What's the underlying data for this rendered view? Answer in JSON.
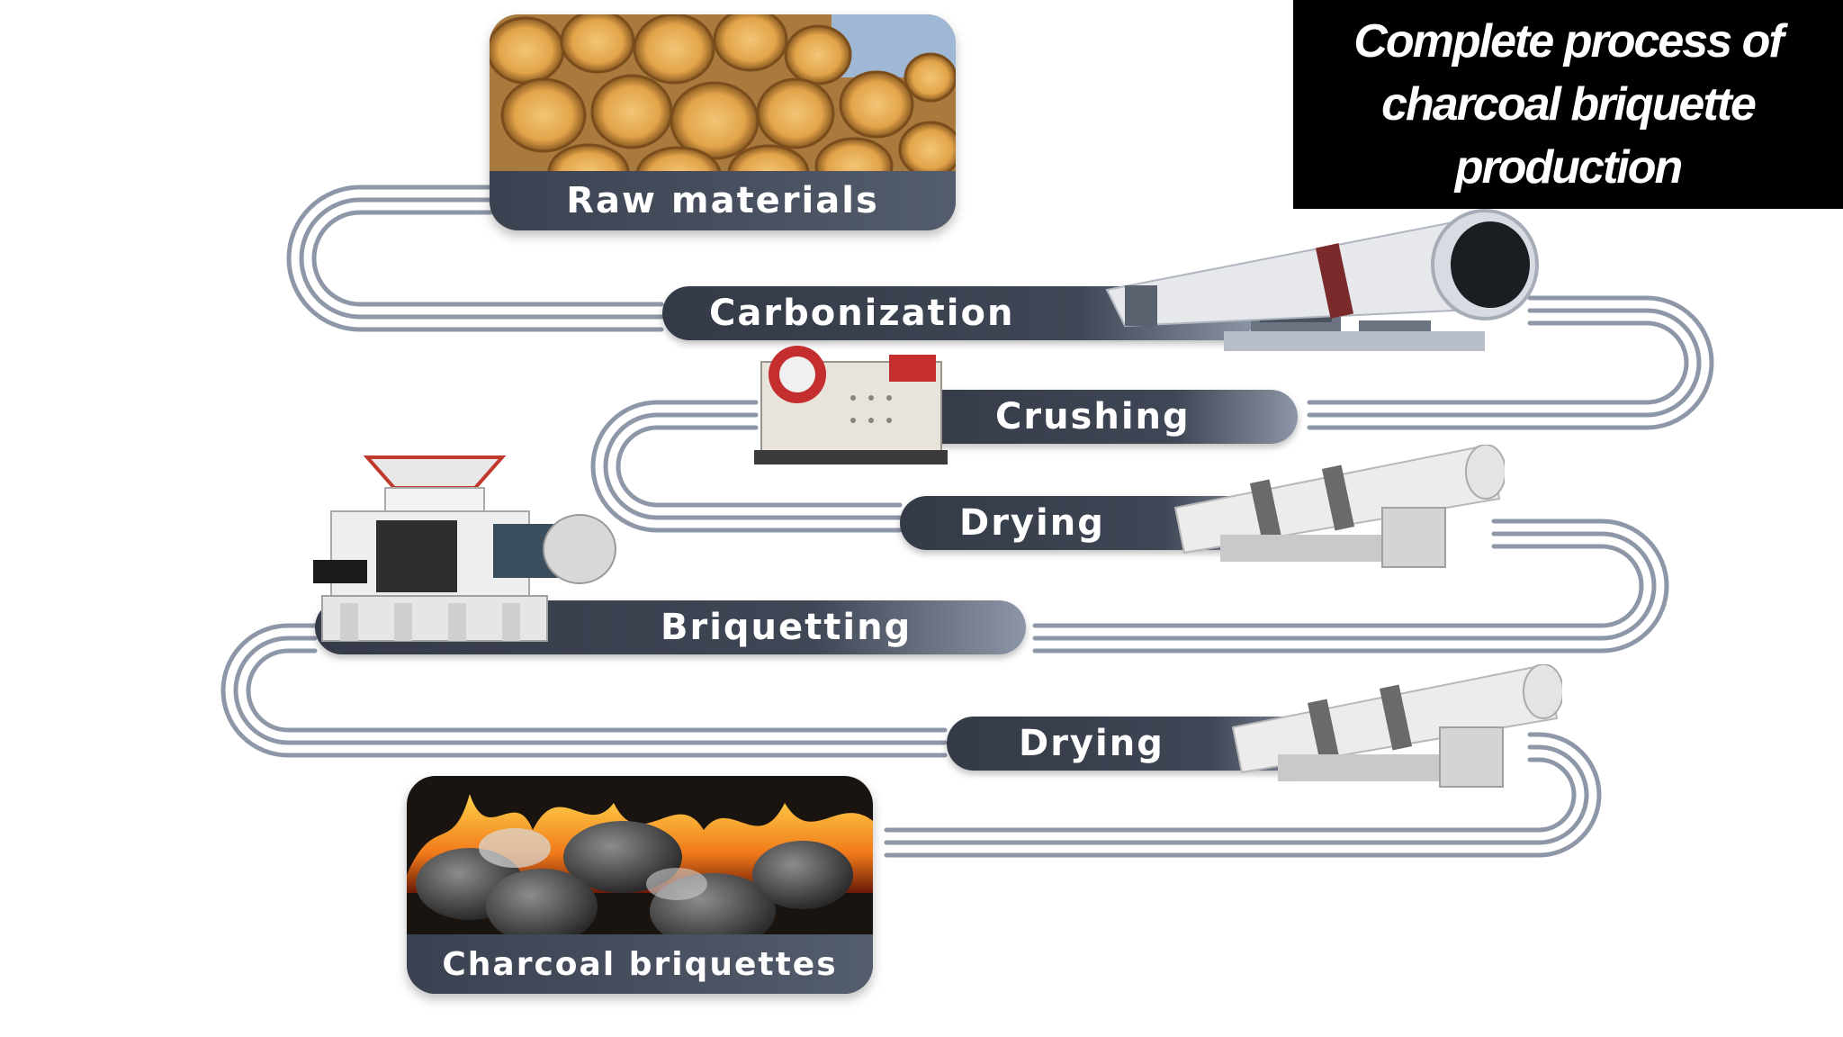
{
  "title": {
    "lines": [
      "Complete process of",
      "charcoal briquette",
      "production"
    ]
  },
  "steps": {
    "raw_materials": "Raw materials",
    "carbonization": "Carbonization",
    "crushing": "Crushing",
    "drying_1": "Drying",
    "briquetting": "Briquetting",
    "drying_2": "Drying",
    "charcoal_briquettes": "Charcoal briquettes"
  },
  "icons": {
    "raw_materials": "log-pile-image",
    "carbonization": "rotary-kiln-icon",
    "crushing": "jaw-crusher-icon",
    "drying": "rotary-dryer-icon",
    "briquetting": "briquette-press-icon",
    "charcoal_briquettes": "burning-briquettes-image"
  },
  "colors": {
    "pill": "#3a4150",
    "track": "#8e97a8",
    "title_bg": "#000000"
  }
}
